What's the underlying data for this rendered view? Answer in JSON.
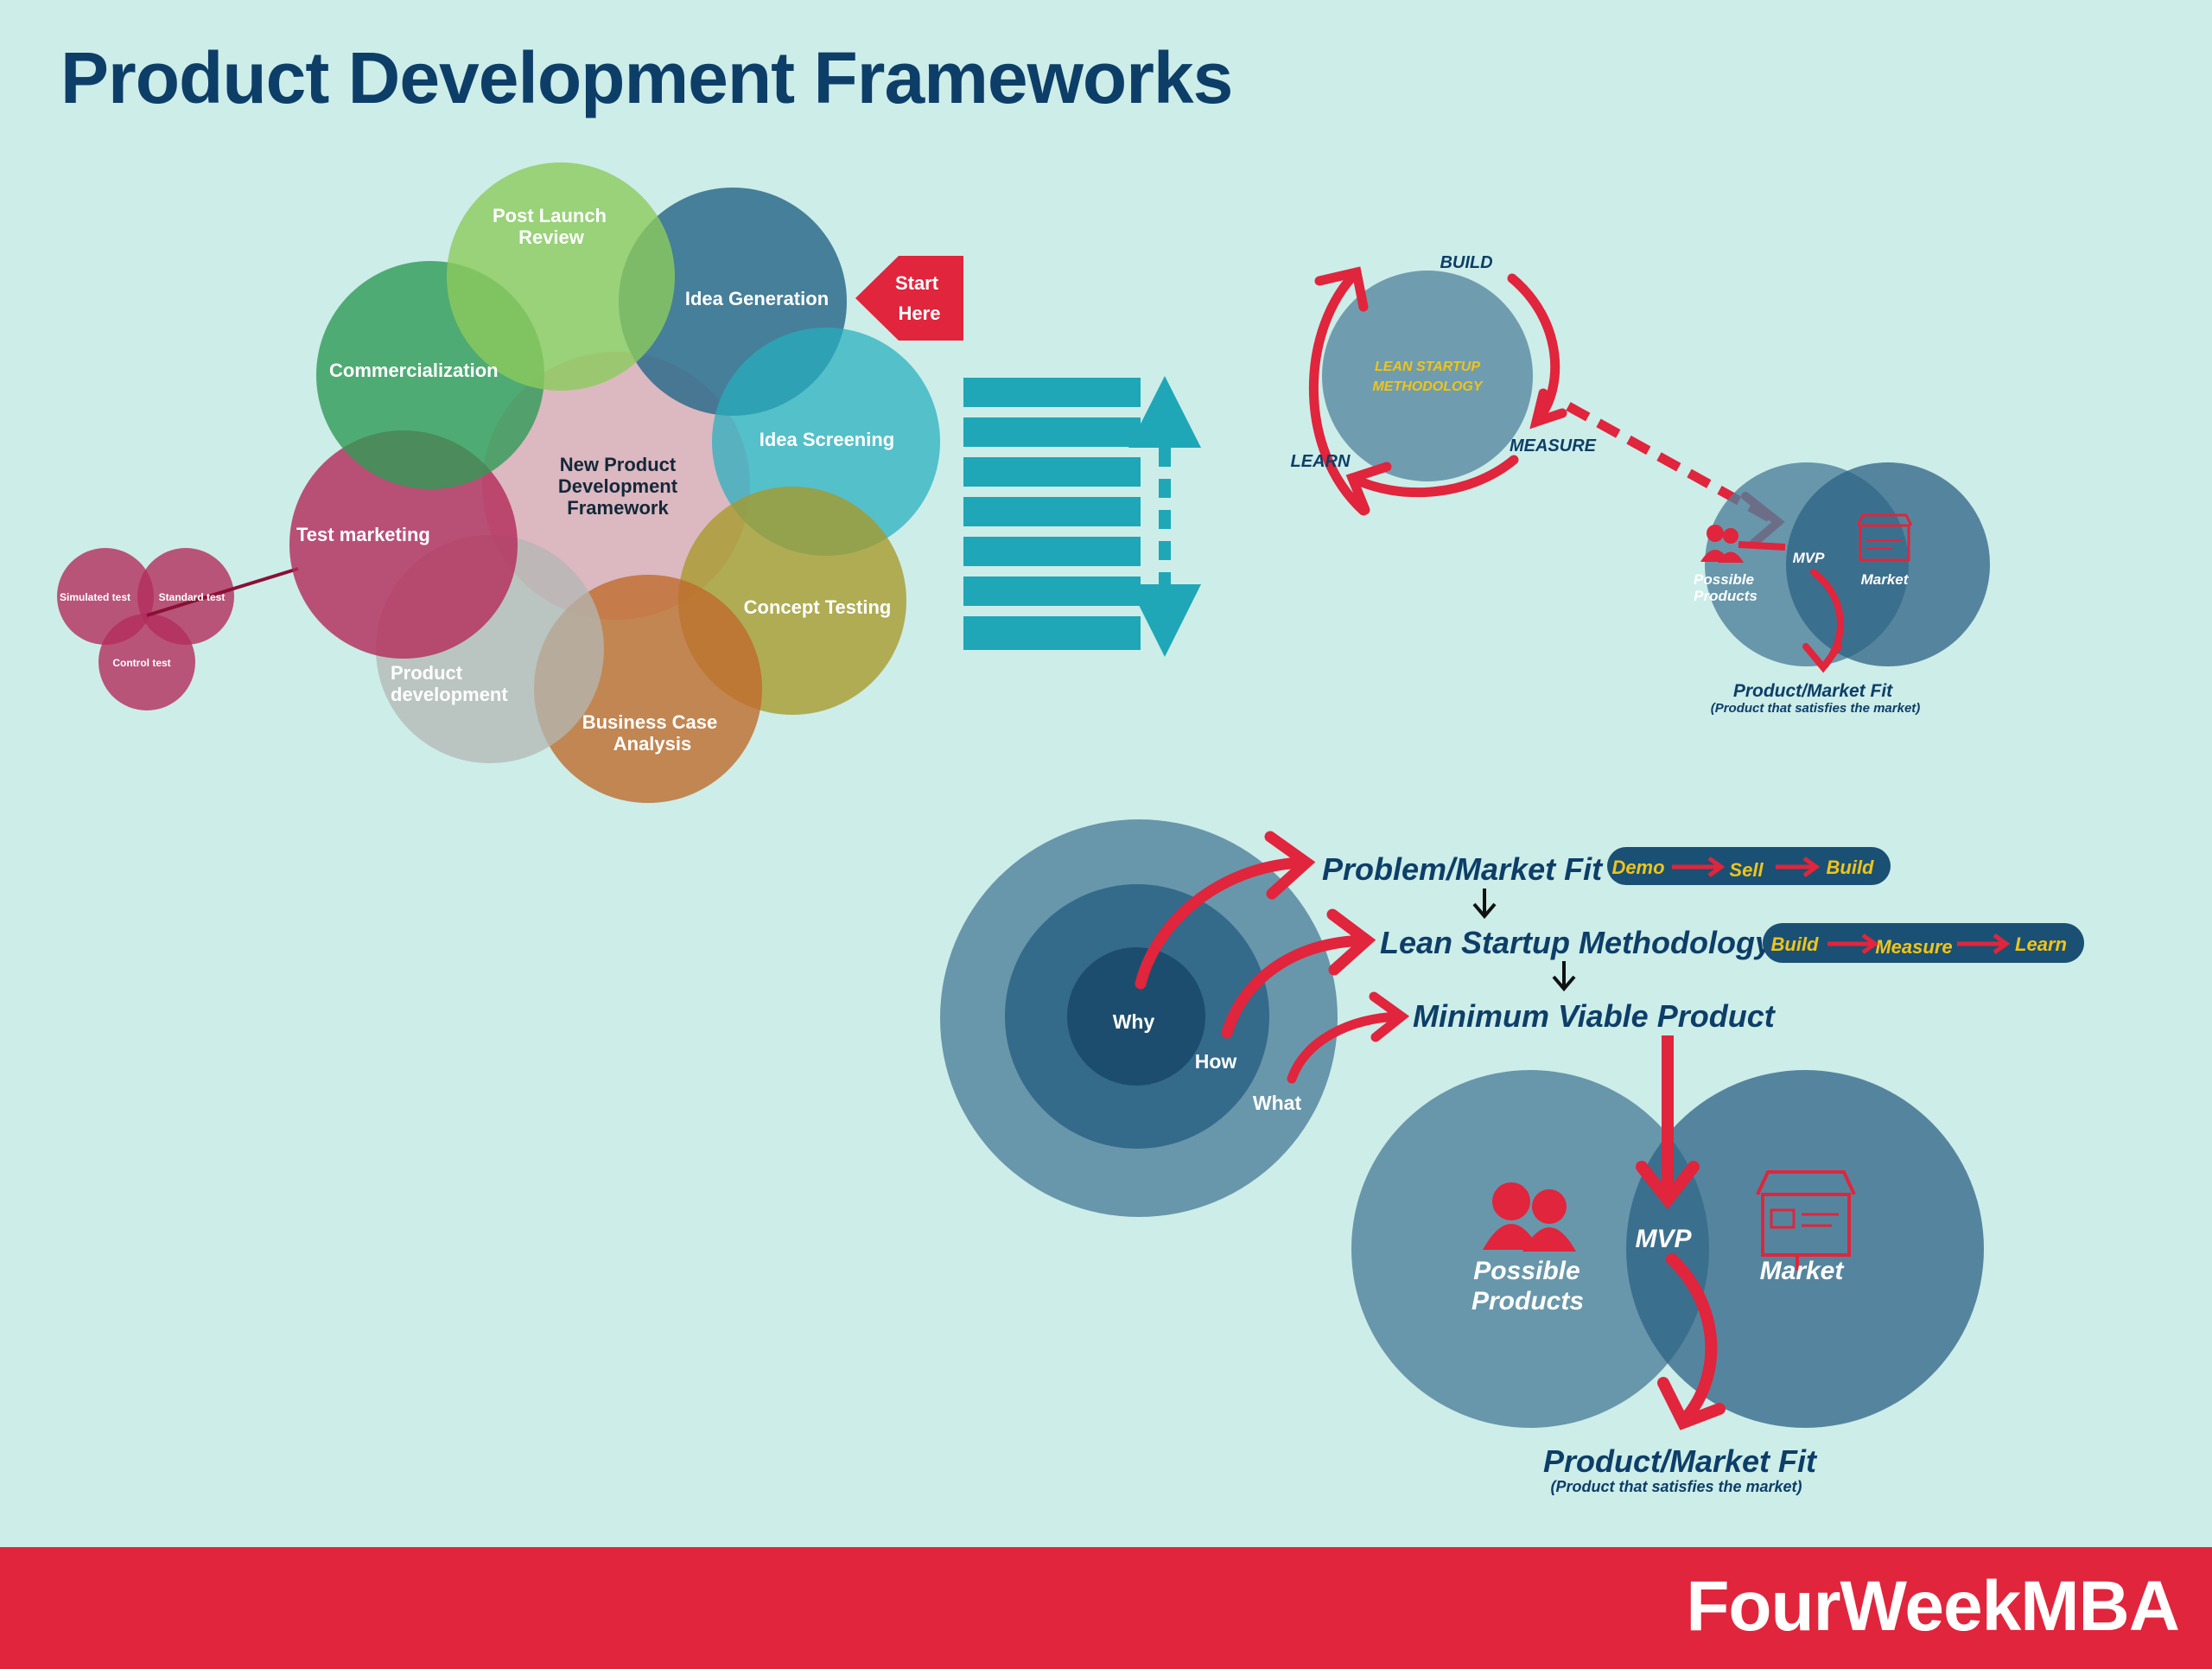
{
  "title": "Product Development Frameworks",
  "brand": "FourWeekMBA",
  "colors": {
    "background": "#cdede9",
    "accent_red": "#e0253c",
    "navy": "#0d3e68",
    "teal": "#1fa7b7",
    "yellow_text": "#f0c419",
    "circle_blue": "#4f819b",
    "circle_dark": "#2c6184",
    "circle_darkest": "#1a4a6a"
  },
  "npd": {
    "center_label": "New Product Development Framework",
    "start_label": "Start Here",
    "stages": [
      {
        "label": "Idea Generation",
        "color": "#2e6b8b"
      },
      {
        "label": "Idea Screening",
        "color": "#26afbe"
      },
      {
        "label": "Concept Testing",
        "color": "#a79a2a"
      },
      {
        "label": "Business Case Analysis",
        "color": "#bf6c2c"
      },
      {
        "label": "Product development",
        "color": "#b3b7b4"
      },
      {
        "label": "Test marketing",
        "color": "#b32d5b"
      },
      {
        "label": "Commercialization",
        "color": "#2f9a56"
      },
      {
        "label": "Post Launch Review",
        "color": "#8cca5c"
      }
    ],
    "center_color": "#e0a6b2",
    "test_types": [
      "Simulated test",
      "Standard test",
      "Control test"
    ]
  },
  "lean_cycle": {
    "center_label": "LEAN STARTUP METHODOLOGY",
    "steps": [
      "BUILD",
      "MEASURE",
      "LEARN"
    ]
  },
  "venn_small": {
    "left": "Possible Products",
    "middle": "MVP",
    "right": "Market",
    "fit": "Product/Market Fit",
    "fit_sub": "(Product that satisfies the market)"
  },
  "golden_circle": {
    "rings": [
      "Why",
      "How",
      "What"
    ]
  },
  "hierarchy": {
    "levels": [
      {
        "label": "Problem/Market Fit",
        "pills": [
          "Demo",
          "Sell",
          "Build"
        ]
      },
      {
        "label": "Lean Startup Methodology",
        "pills": [
          "Build",
          "Measure",
          "Learn"
        ]
      },
      {
        "label": "Minimum Viable Product",
        "pills": []
      }
    ]
  },
  "venn_big": {
    "left": "Possible Products",
    "middle": "MVP",
    "right": "Market",
    "fit": "Product/Market Fit",
    "fit_sub": "(Product that satisfies the market)"
  }
}
